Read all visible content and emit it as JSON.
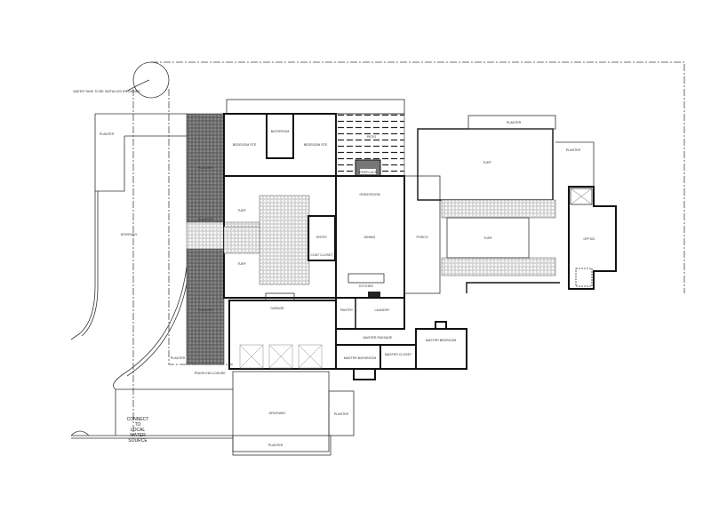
{
  "plan": {
    "labels": {
      "water_tank": "WATER TANK TO BE INSTALLED BY OWNER",
      "planter_left": "PLANTER",
      "planter_strip_top": "PLANTER",
      "planter_strip_mid": "PLANTER",
      "planter_strip_bottom": "PLANTER",
      "planter_driveway_side": "PLANTER",
      "bedroom_ste_1": "BEDROOM STE",
      "bedroom_ste_2": "BEDROOM STE",
      "bathroom": "BATHROOM",
      "pergola": "PATIO",
      "fireplace": "FIREPLACE",
      "turf_left_top": "TURF",
      "turf_left_bottom": "TURF",
      "entry": "ENTRY",
      "coat_closet": "COAT CLOSET",
      "greatroom": "GREATROOM",
      "dining": "DINING",
      "kitchen": "KITCHEN",
      "porch": "PORCH",
      "turf_right_top": "TURF",
      "turf_right_mid": "TURF",
      "planter_right_top": "PLANTER",
      "planter_right_side": "PLANTER",
      "office": "OFFICE",
      "driveway_left": "DRIVEWAY",
      "garage": "GARAGE",
      "pantry": "PANTRY",
      "laundry": "LAUNDRY",
      "master_passage": "MASTER PASSAGE",
      "master_bathroom": "MASTER BATHROOM",
      "master_closet": "MASTER CLOSET",
      "master_bedroom": "MASTER BEDROOM",
      "trash_enclosure": "TRASH ENCLOSURE",
      "driveway_bottom": "DRIVEWAY",
      "planter_bottom": "PLANTER",
      "planter_bottom_right": "PLANTER",
      "connect_1": "CONNECT",
      "connect_2": "TO",
      "connect_3": "LOCAL",
      "connect_4": "WATER",
      "connect_5": "SOURCE"
    }
  }
}
